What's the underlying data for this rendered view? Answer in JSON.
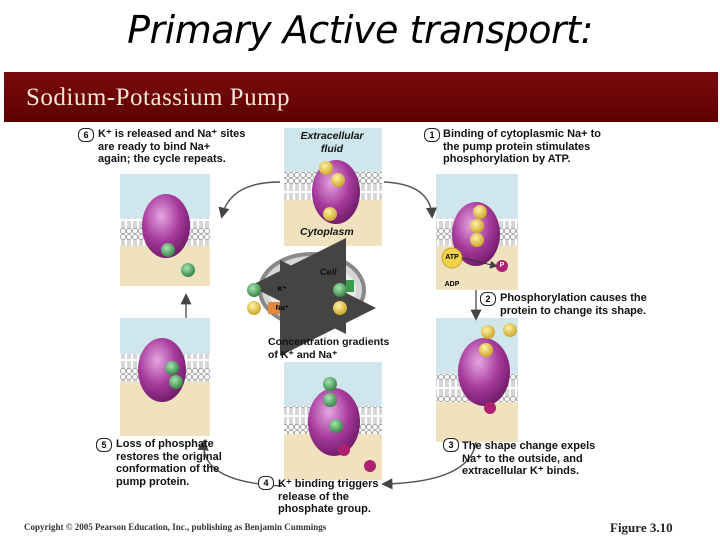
{
  "slide": {
    "title": "Primary Active transport:"
  },
  "banner": {
    "title": "Sodium-Potassium Pump"
  },
  "labels": {
    "extracellular": "Extracellular\nfluid",
    "cytoplasm": "Cytoplasm",
    "cell": "Cell",
    "gradient": "Concentration gradients\nof K⁺ and Na⁺"
  },
  "steps": [
    {
      "num": "1",
      "text": "Binding of cytoplasmic Na+ to\nthe pump protein stimulates\nphosphorylation by ATP."
    },
    {
      "num": "2",
      "text": "Phosphorylation causes the\nprotein to change its shape."
    },
    {
      "num": "3",
      "text": "The shape change expels\nNa⁺ to the outside, and\nextracellular K⁺ binds."
    },
    {
      "num": "4",
      "text": "K⁺ binding triggers\nrelease of the\nphosphate group."
    },
    {
      "num": "5",
      "text": "Loss of phosphate\nrestores the original\nconformation of the\npump protein."
    },
    {
      "num": "6",
      "text": "K⁺ is released and Na⁺ sites\nare ready to bind Na+\nagain; the cycle repeats."
    }
  ],
  "ions": {
    "na": "Na⁺",
    "k": "K⁺",
    "atp": "ATP",
    "adp": "ADP",
    "p": "P"
  },
  "colors": {
    "banner": "#6b0404",
    "fluid": "#cfe6ec",
    "cyto": "#f1e2bf",
    "protein": "#a4349a",
    "na": "#e6c43a",
    "k": "#3e9a52"
  },
  "footer": {
    "copyright": "Copyright © 2005 Pearson Education, Inc., publishing as Benjamin Cummings",
    "figure": "Figure 3.10"
  }
}
